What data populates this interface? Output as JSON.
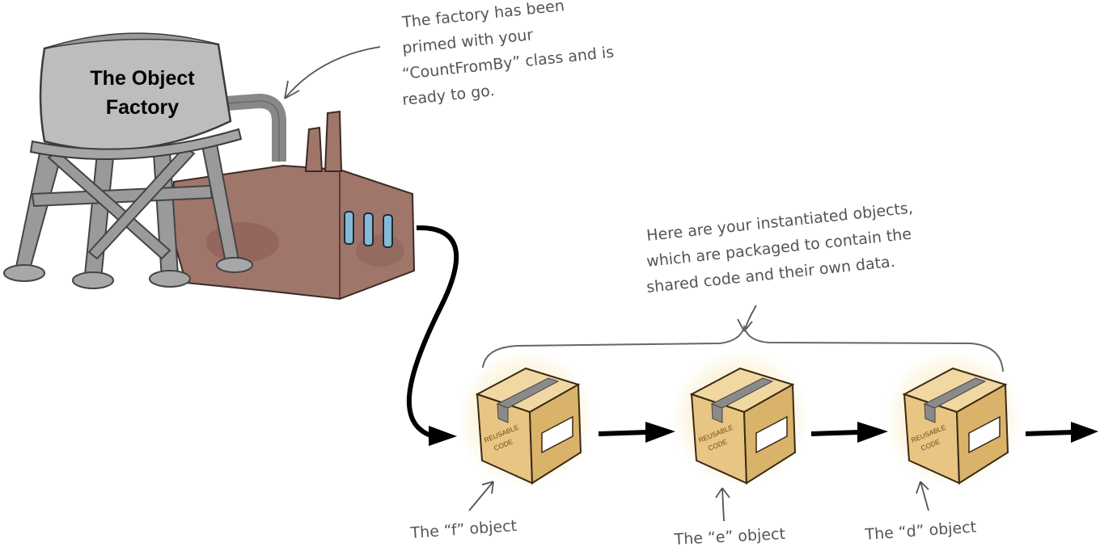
{
  "factory": {
    "title_line1": "The Object",
    "title_line2": "Factory"
  },
  "factory_note": {
    "line1": "The factory has been",
    "line2": "primed with your",
    "line3": "“CountFromBy” class and is",
    "line4": "ready to go."
  },
  "objects_note": {
    "line1": "Here are your instantiated objects,",
    "line2": "which are packaged to contain the",
    "line3": "shared code and their own data."
  },
  "box_stamp": {
    "line1": "REUSABLE",
    "line2": "CODE"
  },
  "objects": [
    {
      "label": "The “f” object"
    },
    {
      "label": "The “e” object"
    },
    {
      "label": "The “d” object"
    }
  ]
}
